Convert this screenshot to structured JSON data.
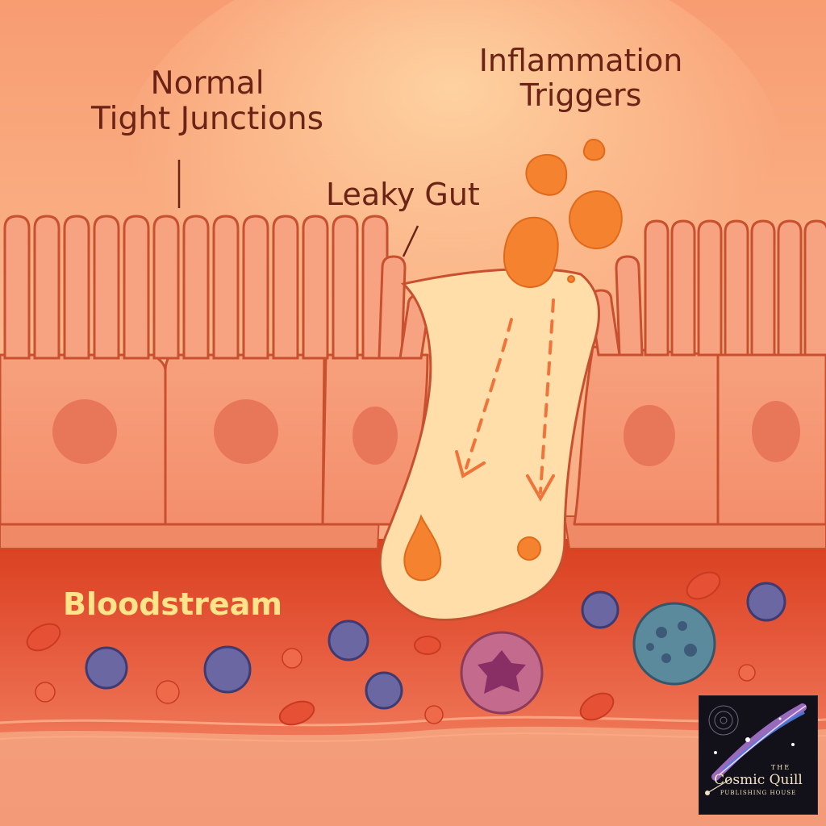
{
  "labels": {
    "normal_line1": "Normal",
    "normal_line2": "Tight Junctions",
    "triggers_line1": "Inflammation",
    "triggers_line2": "Triggers",
    "leaky_gut": "Leaky Gut",
    "bloodstream": "Bloodstream"
  },
  "logo": {
    "the": "THE",
    "name": "Cosmic Quill",
    "subtitle": "PUBLISHING HOUSE"
  },
  "colors": {
    "background": "#f7a57c",
    "cell": "#f59a76",
    "cell_outline": "#c9502f",
    "nucleus": "#e8775a",
    "gap": "#ffdca8",
    "triggers": "#f5822e",
    "blood": "#e65136",
    "white_cells_blue": "#6a67a3",
    "white_cell_purple": "#b2557f",
    "label_text": "#6b2316",
    "blood_label_text": "#ffe48a"
  }
}
